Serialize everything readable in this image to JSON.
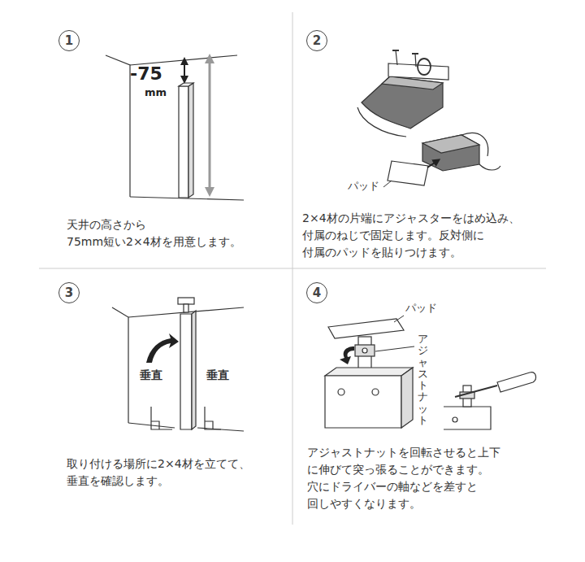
{
  "diagram": {
    "nodes": [
      {
        "text": [
          "1"
        ]
      },
      {
        "text": [
          "2"
        ]
      },
      {
        "text": [
          "3"
        ]
      },
      {
        "text": [
          "4"
        ]
      }
    ],
    "labels": [
      "-75",
      "mm",
      "天井の高さから 75mm短い2×4材を用意します。",
      "パッド",
      "2×4材の片端にアジャスターをはめ込み、 付属のねじで固定します。反対側に 付属のパッドを貼りつけます。",
      "垂直",
      "垂直",
      "取り付ける場所に2×4材を立てて、 垂直を確認します。",
      "パッド",
      "アジャストナット",
      "アジャストナットを回転させると上下 に伸びて突っ張ることができます。 穴にドライバーの軸などを差すと 回しやすくなります。"
    ]
  }
}
